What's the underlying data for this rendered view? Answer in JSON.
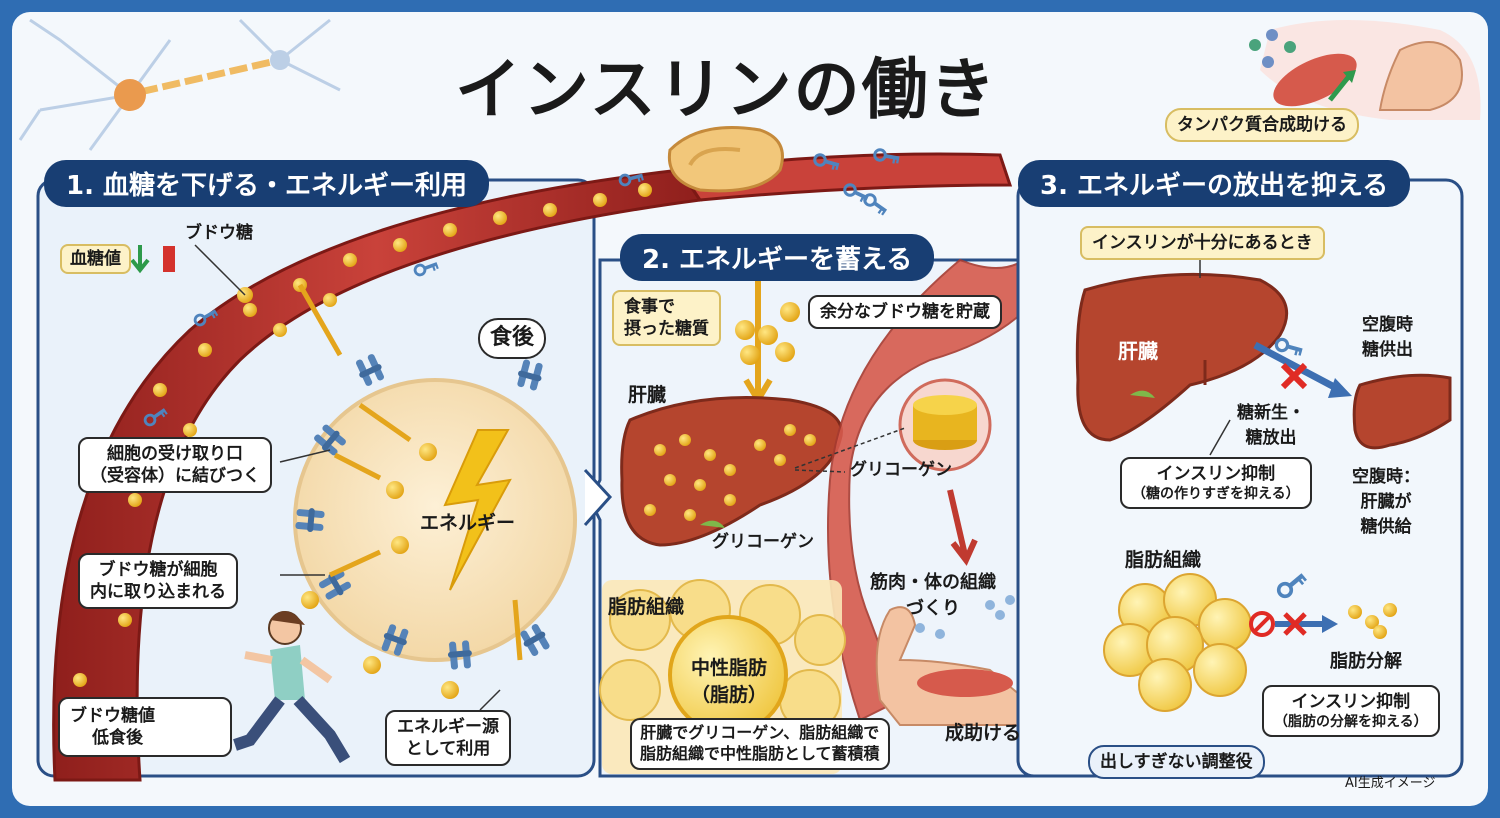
{
  "title": "インスリンの働き",
  "protein_note": "タンパク質合成助ける",
  "section1": {
    "heading": "1. 血糖を下げる・エネルギー利用",
    "glucose_label": "ブドウ糖",
    "blood_sugar_tag": "血糖値",
    "after_meal": "食後",
    "receptor_callout": "細胞の受け取り口\n（受容体）に結びつく",
    "uptake_callout": "ブドウ糖が細胞\n内に取り込まれる",
    "energy_label": "エネルギー",
    "low_glucose_title": "ブドウ糖値",
    "low_glucose_sub": "低食後",
    "energy_source_callout": "エネルギー源\nとして利用"
  },
  "section2": {
    "heading": "2. エネルギーを蓄える",
    "meal_sugar": "食事で\n摂った糖質",
    "store_callout": "余分なブドウ糖を貯蔵",
    "liver_label": "肝臓",
    "glycogen_right": "グリコーゲン",
    "glycogen_bottom": "グリコーゲン",
    "fat_tissue_label": "脂肪組織",
    "neutral_fat": "中性脂肪\n（脂肪）",
    "muscle_label": "筋肉・体の組織\nづくり",
    "summary_callout": "肝臓でグリコーゲン、脂肪組織で\n脂肪組織で中性脂肪として蓄積積",
    "overflow_text": "成助ける"
  },
  "section3": {
    "heading": "3. エネルギーの放出を抑える",
    "condition": "インスリンが十分にあるとき",
    "liver_label": "肝臓",
    "fasting_top": "空腹時\n糖供出",
    "gluconeo": "糖新生・\n糖放出",
    "fasting_note": "空腹時：\n肝臓が\n糖供給",
    "insulin_inhibit_title": "インスリン抑制",
    "insulin_inhibit_sub": "（糖の作りすぎを抑える）",
    "fat_tissue_label": "脂肪組織",
    "lipolysis": "脂肪分解",
    "fat_inhibit_title": "インスリン抑制",
    "fat_inhibit_sub": "（脂肪の分解を抑える）",
    "regulator": "出しすぎない調整役"
  },
  "footer_note": "AI生成イメージ",
  "colors": {
    "frame_blue": "#2f6db3",
    "heading_navy": "#183e73",
    "vessel_red": "#b8332c",
    "glucose_yellow": "#f3c22a",
    "insulin_key_blue": "#5b8fc4",
    "liver_brown": "#b5452e",
    "note_cream": "#fdf2c8"
  },
  "icons": [
    "neuron-icon",
    "pancreas-icon",
    "insulin-key-icon",
    "glucose-dot-icon",
    "receptor-icon",
    "lightning-icon",
    "runner-icon",
    "liver-icon",
    "glycogen-stack-icon",
    "fat-cell-icon",
    "muscle-icon",
    "arm-flex-icon",
    "down-arrow-icon",
    "cross-icon",
    "no-entry-icon"
  ]
}
